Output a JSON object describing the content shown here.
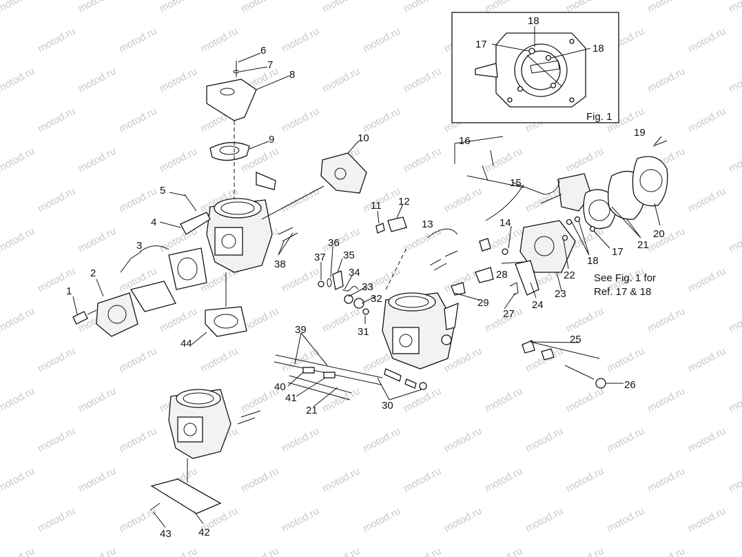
{
  "diagram": {
    "watermark_text": "motod.ru",
    "part_numbers": [
      "1",
      "2",
      "3",
      "4",
      "5",
      "6",
      "7",
      "8",
      "9",
      "10",
      "11",
      "12",
      "13",
      "14",
      "15",
      "16",
      "17",
      "18",
      "19",
      "20",
      "21",
      "22",
      "23",
      "24",
      "25",
      "26",
      "27",
      "28",
      "29",
      "30",
      "31",
      "32",
      "33",
      "34",
      "35",
      "36",
      "37",
      "38",
      "39",
      "40",
      "41",
      "42",
      "43",
      "44"
    ],
    "inset": {
      "caption": "Fig. 1",
      "labels": [
        "18",
        "17",
        "18"
      ]
    },
    "note": {
      "line1": "See Fig. 1 for",
      "line2": "Ref. 17 & 18"
    },
    "extra_labels": [
      "17",
      "18",
      "39",
      "39",
      "21"
    ]
  }
}
